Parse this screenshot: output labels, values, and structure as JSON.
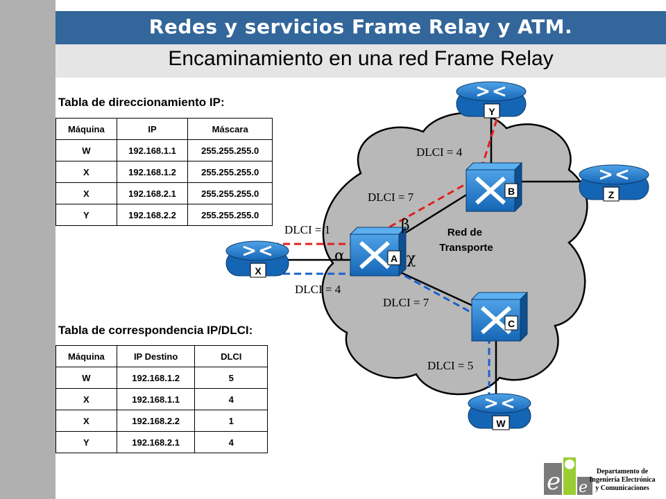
{
  "header": {
    "course_title": "Redes y servicios Frame Relay y ATM.",
    "slide_title": "Encaminamiento en una red Frame Relay"
  },
  "ip_table": {
    "title": "Tabla de direccionamiento IP:",
    "columns": [
      "Máquina",
      "IP",
      "Máscara"
    ],
    "rows": [
      [
        "W",
        "192.168.1.1",
        "255.255.255.0"
      ],
      [
        "X",
        "192.168.1.2",
        "255.255.255.0"
      ],
      [
        "X",
        "192.168.2.1",
        "255.255.255.0"
      ],
      [
        "Y",
        "192.168.2.2",
        "255.255.255.0"
      ]
    ]
  },
  "dlci_table": {
    "title": "Tabla de correspondencia IP/DLCI:",
    "columns": [
      "Máquina",
      "IP Destino",
      "DLCI"
    ],
    "rows": [
      [
        "W",
        "192.168.1.2",
        "5"
      ],
      [
        "X",
        "192.168.1.1",
        "4"
      ],
      [
        "X",
        "192.168.2.2",
        "1"
      ],
      [
        "Y",
        "192.168.2.1",
        "4"
      ]
    ]
  },
  "diagram": {
    "cloud_label": [
      "Red de",
      "Transporte"
    ],
    "routers": [
      "X",
      "Y",
      "Z",
      "W"
    ],
    "switches": [
      "A",
      "B",
      "C"
    ],
    "dlci_labels": {
      "y_b": "DLCI = 4",
      "a_b": "DLCI = 7",
      "x_a_top": "DLCI = 1",
      "x_a_bottom": "DLCI = 4",
      "a_c": "DLCI = 7",
      "c_w": "DLCI = 5"
    },
    "greek": {
      "alpha": "α",
      "beta": "β",
      "chi": "χ"
    },
    "colors": {
      "red_path": "#e02020",
      "blue_path": "#1a5fd0",
      "device": "#1f77c8",
      "cloud": "#b8b8b8"
    }
  },
  "footer": {
    "department": [
      "Departamento de",
      "Ingeniería Electrónica",
      "y Comunicaciones"
    ]
  }
}
